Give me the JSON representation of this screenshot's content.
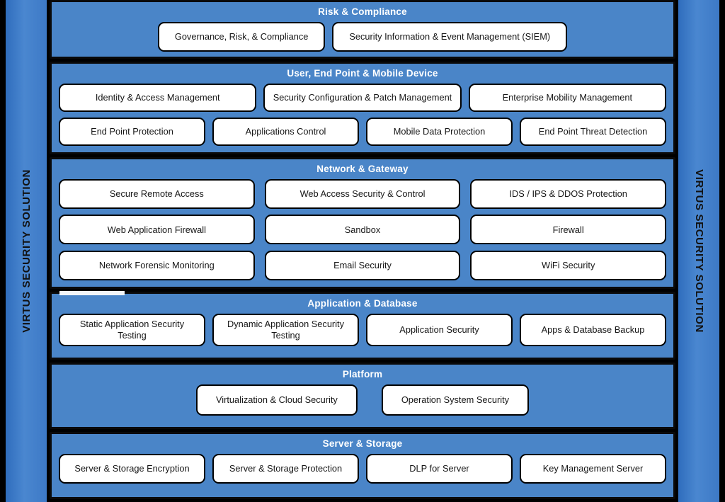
{
  "brand": {
    "rail_left_text": "VIRTUS SECURITY SOLUTION",
    "rail_right_text": "VIRTUS SECURITY SOLUTION"
  },
  "colors": {
    "panel_blue": "#4a85c8",
    "rail_blue": "#3d79c6",
    "card_white": "#ffffff",
    "border_black": "#000000",
    "title_white": "#ffffff"
  },
  "sections": [
    {
      "id": "risk",
      "title": "Risk & Compliance",
      "rows": [
        [
          {
            "label": "Governance, Risk, & Compliance"
          },
          {
            "label": "Security Information & Event Management (SIEM)"
          }
        ]
      ]
    },
    {
      "id": "user",
      "title": "User, End Point & Mobile Device",
      "rows": [
        [
          {
            "label": "Identity & Access Management"
          },
          {
            "label": "Security Configuration & Patch Management"
          },
          {
            "label": "Enterprise Mobility Management"
          }
        ],
        [
          {
            "label": "End Point Protection"
          },
          {
            "label": "Applications Control"
          },
          {
            "label": "Mobile Data Protection"
          },
          {
            "label": "End Point Threat Detection"
          }
        ]
      ]
    },
    {
      "id": "network",
      "title": "Network & Gateway",
      "rows": [
        [
          {
            "label": "Secure Remote Access"
          },
          {
            "label": "Web Access Security & Control"
          },
          {
            "label": "IDS / IPS & DDOS Protection"
          }
        ],
        [
          {
            "label": "Web Application Firewall"
          },
          {
            "label": "Sandbox"
          },
          {
            "label": "Firewall"
          }
        ],
        [
          {
            "label": "Network Forensic Monitoring"
          },
          {
            "label": "Email Security"
          },
          {
            "label": "WiFi Security"
          }
        ]
      ]
    },
    {
      "id": "app",
      "title": "Application  & Database",
      "rows": [
        [
          {
            "label": "Static Application Security Testing"
          },
          {
            "label": "Dynamic Application Security Testing"
          },
          {
            "label": "Application Security"
          },
          {
            "label": "Apps & Database Backup"
          }
        ]
      ]
    },
    {
      "id": "platform",
      "title": "Platform",
      "rows": [
        [
          {
            "label": "Virtualization & Cloud Security"
          },
          {
            "label": "Operation System Security"
          }
        ]
      ]
    },
    {
      "id": "server",
      "title": "Server & Storage",
      "rows": [
        [
          {
            "label": "Server & Storage Encryption"
          },
          {
            "label": "Server & Storage Protection"
          },
          {
            "label": "DLP for Server"
          },
          {
            "label": "Key Management Server"
          }
        ]
      ]
    }
  ]
}
